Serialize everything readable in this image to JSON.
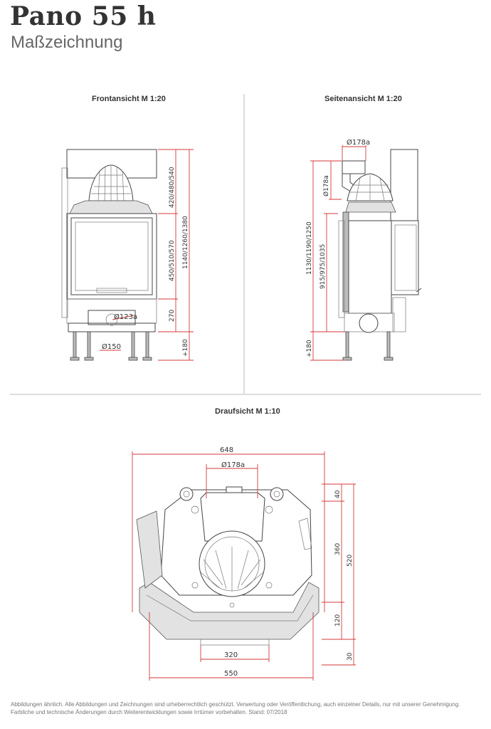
{
  "header": {
    "title": "Pano 55 h",
    "subtitle": "Maßzeichnung"
  },
  "views": {
    "front": {
      "label": "Frontansicht M 1:20",
      "dims": {
        "top_height": "420/480/540",
        "door_height": "450/510/570",
        "total_height": "1140/1260/1380",
        "base_height": "270",
        "foot_height": "+180",
        "outlet_diameter": "Ø150",
        "top_outlet": "Ø123a"
      }
    },
    "side": {
      "label": "Seitenansicht M 1:20",
      "dims": {
        "outlet_top": "Ø178a",
        "outlet_side": "Ø178a",
        "total_height": "1130/1190/1250",
        "body_height": "915/975/1035",
        "foot_height": "+180"
      }
    },
    "top": {
      "label": "Draufsicht M 1:10",
      "dims": {
        "width_total": "648",
        "outlet": "Ø178a",
        "depth_top": "40",
        "depth_mid": "360",
        "depth_total": "520",
        "depth_front": "120",
        "depth_bottom": "30",
        "glass_width": "320",
        "front_width": "550"
      }
    }
  },
  "colors": {
    "dimension_line": "#d43a3a",
    "drawing_line": "#444444",
    "fill_grey": "#bdbdbd"
  },
  "footer": {
    "line1": "Abbildungen ähnlich. Alle Abbildungen und Zeichnungen sind urheberrechtlich geschützt. Verwertung oder Veröffentlichung, auch einzelner Details, nur mit unserer Genehmigung.",
    "line2": "Farbliche und technische Änderungen durch Weiterentwicklungen sowie Irrtümer vorbehalten. Stand: 07/2018"
  }
}
